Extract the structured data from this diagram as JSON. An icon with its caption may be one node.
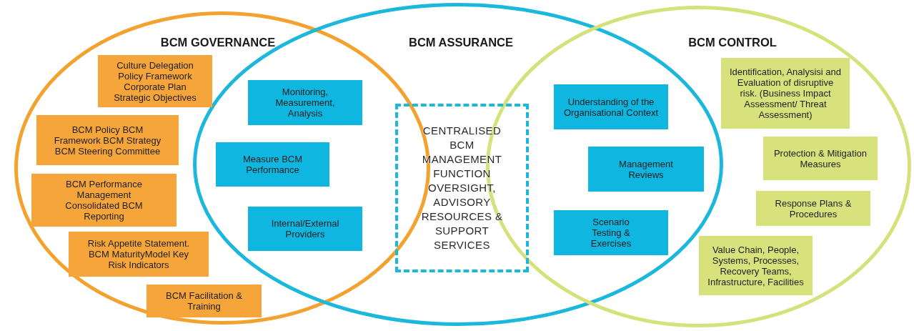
{
  "diagram": {
    "nodes": [
      {
        "text": [
          "BCM GOVERNANCE"
        ]
      },
      {
        "text": [
          "Culture Delegation Policy Framework Corporate Plan Strategic Objectives"
        ],
        "in": 0
      },
      {
        "text": [
          "BCM Policy BCM Framework BCM Strategy BCM Steering Committee"
        ],
        "in": 0
      },
      {
        "text": [
          "BCM Performance Management Consolidated BCM Reporting"
        ],
        "in": 0
      },
      {
        "text": [
          "Risk Appetite Statement. BCM MaturityModel Key Risk Indicators"
        ],
        "in": 0
      },
      {
        "text": [
          "BCM Facilitation & Training"
        ],
        "in": 0
      },
      {
        "text": [
          "BCM ASSURANCE"
        ]
      },
      {
        "text": [
          "Monitoring, Measurement, Analysis"
        ]
      },
      {
        "text": [
          "Measure BCM Performance"
        ]
      },
      {
        "text": [
          "Internal/External Providers"
        ]
      },
      {
        "text": [
          "CENTRALISED BCM MANAGEMENT FUNCTION OVERSIGHT, ADVISORY RESOURCES & SUPPORT SERVICES"
        ],
        "in": 6
      },
      {
        "text": [
          "Understanding of the Organisational Context"
        ]
      },
      {
        "text": [
          "Management Reviews"
        ]
      },
      {
        "text": [
          "Scenario Testing & Exercises"
        ]
      },
      {
        "text": [
          "BCM CONTROL"
        ]
      },
      {
        "text": [
          "Identification, Analysisi and Evaluation of disruptive risk. (Business Impact Assessment/ Threat Assessment)"
        ],
        "in": 14
      },
      {
        "text": [
          "Protection & Mitigation Measures"
        ],
        "in": 14
      },
      {
        "text": [
          "Response Plans & Procedures"
        ],
        "in": 14
      },
      {
        "text": [
          "Value Chain, People, Systems, Processes, Recovery Teams, Infrastructure, Facilities"
        ],
        "in": 14
      }
    ]
  }
}
